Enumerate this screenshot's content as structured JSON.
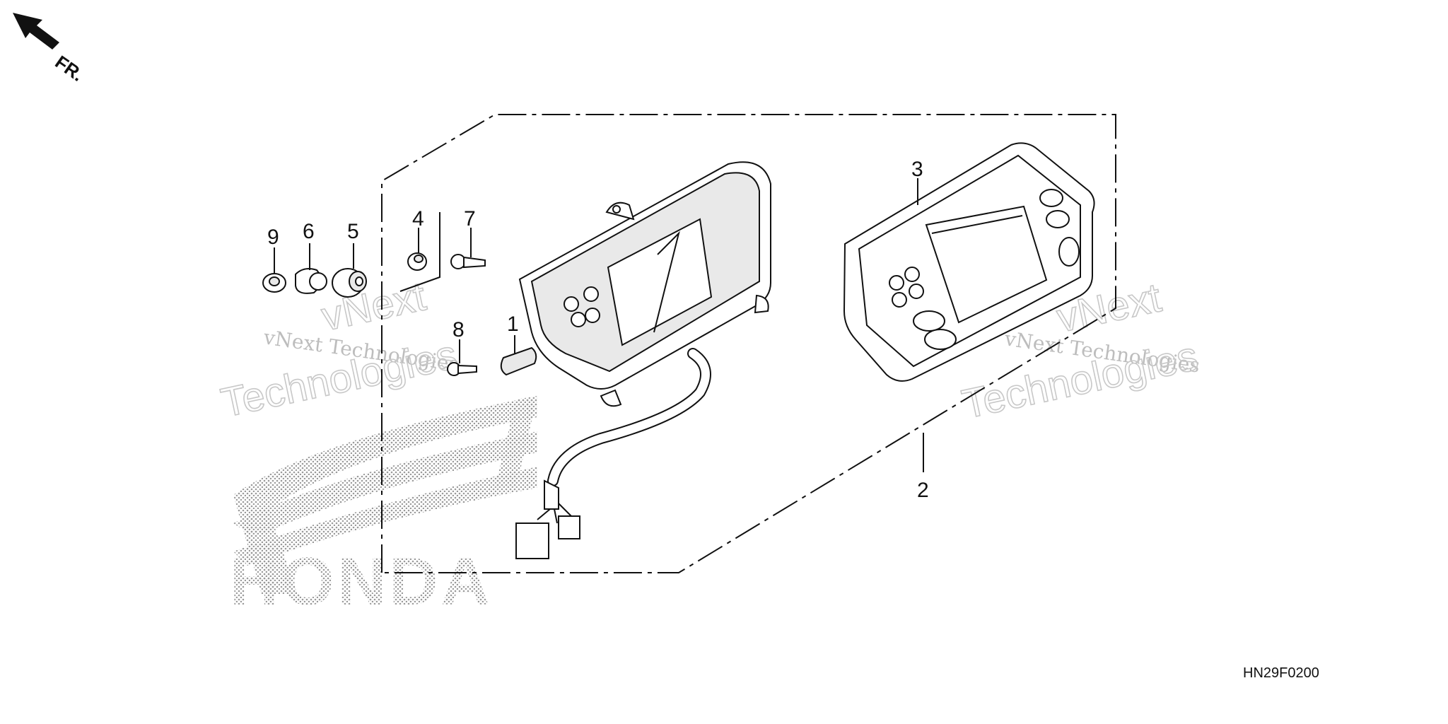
{
  "direction_marker": {
    "label": "FR.",
    "icon": "arrow-up-left-icon"
  },
  "diagram_code": "HN29F0200",
  "brand_logo": {
    "text": "HONDA",
    "icon": "honda-wing-logo"
  },
  "watermarks": [
    {
      "line1": "vNext Technologies",
      "line2a": "vNext",
      "line2b": "Technologies"
    },
    {
      "line1": "vNext Technologies",
      "line2a": "vNext",
      "line2b": "Technologies"
    }
  ],
  "callouts": [
    {
      "id": "1",
      "label": "1",
      "part": "meter-clip"
    },
    {
      "id": "2",
      "label": "2",
      "part": "meter-assembly"
    },
    {
      "id": "3",
      "label": "3",
      "part": "meter-cover"
    },
    {
      "id": "4",
      "label": "4",
      "part": "collar"
    },
    {
      "id": "5",
      "label": "5",
      "part": "grommet"
    },
    {
      "id": "6",
      "label": "6",
      "part": "bushing"
    },
    {
      "id": "7",
      "label": "7",
      "part": "screw"
    },
    {
      "id": "8",
      "label": "8",
      "part": "screw"
    },
    {
      "id": "9",
      "label": "9",
      "part": "nut"
    }
  ]
}
